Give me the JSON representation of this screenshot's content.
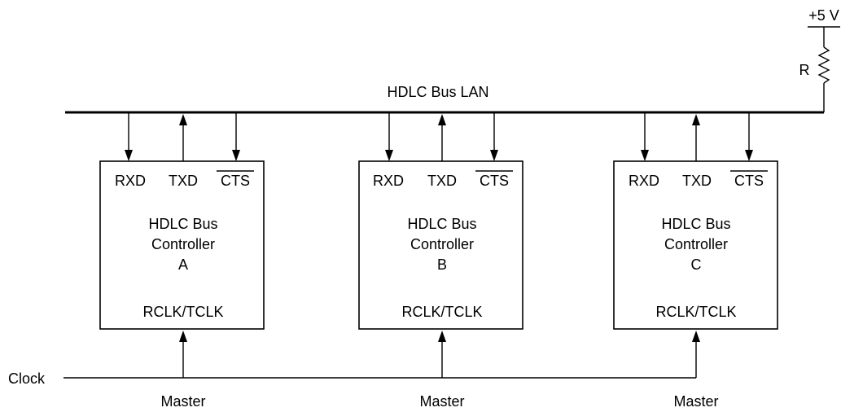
{
  "bus_label": "HDLC Bus LAN",
  "supply": {
    "voltage_label": "+5 V",
    "resistor_label": "R"
  },
  "clock_label": "Clock",
  "controllers": [
    {
      "pins": [
        "RXD",
        "TXD",
        "CTS"
      ],
      "title_line1": "HDLC Bus",
      "title_line2": "Controller",
      "id": "A",
      "clock_pin": "RCLK/TCLK",
      "role": "Master"
    },
    {
      "pins": [
        "RXD",
        "TXD",
        "CTS"
      ],
      "title_line1": "HDLC Bus",
      "title_line2": "Controller",
      "id": "B",
      "clock_pin": "RCLK/TCLK",
      "role": "Master"
    },
    {
      "pins": [
        "RXD",
        "TXD",
        "CTS"
      ],
      "title_line1": "HDLC Bus",
      "title_line2": "Controller",
      "id": "C",
      "clock_pin": "RCLK/TCLK",
      "role": "Master"
    }
  ]
}
